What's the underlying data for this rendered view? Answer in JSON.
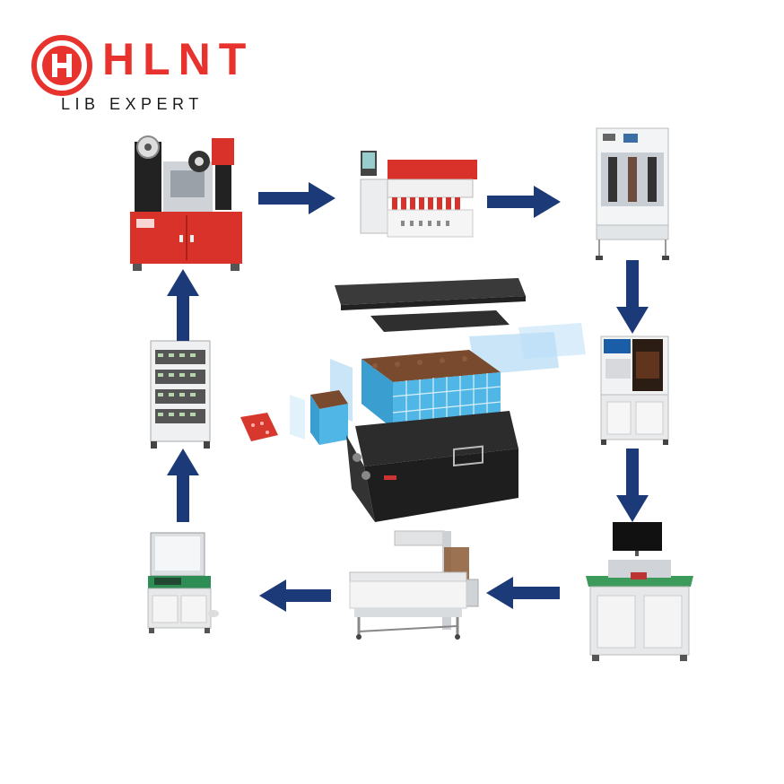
{
  "brand": {
    "name": "HLNT",
    "tagline": "LIB EXPERT",
    "color": "#e8322d"
  },
  "colors": {
    "arrow": "#1c3a78",
    "cell": "#4fb6e6",
    "enclosure": "#2a2a2a",
    "machine_frame": "#e9ecef",
    "machine_red": "#d9322b",
    "bench_green": "#3c9a5a"
  },
  "flow": {
    "stations": [
      {
        "id": "cell-sorting-machine",
        "icon": "sorting-machine-icon"
      },
      {
        "id": "cell-insulation-machine",
        "icon": "insulation-machine-icon"
      },
      {
        "id": "laser-welding-cabinet",
        "icon": "welding-cabinet-icon"
      },
      {
        "id": "laser-welding-station",
        "icon": "laser-welder-icon"
      },
      {
        "id": "module-test-bench",
        "icon": "test-bench-icon"
      },
      {
        "id": "conveyor-assembly-line",
        "icon": "conveyor-icon"
      },
      {
        "id": "pack-tester",
        "icon": "pack-tester-icon"
      },
      {
        "id": "aging-cabinet",
        "icon": "aging-cabinet-icon"
      }
    ],
    "center": {
      "id": "battery-pack-exploded-view",
      "icon": "battery-pack-icon"
    }
  }
}
